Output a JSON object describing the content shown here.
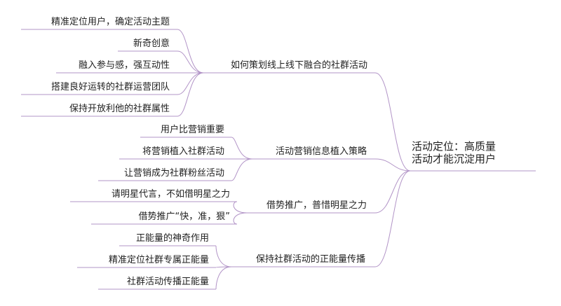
{
  "root": {
    "lines": [
      "活动定位：高质量",
      "活动才能沉淀用户"
    ]
  },
  "branches": [
    {
      "label": "如何策划线上线下融合的社群活动",
      "children": [
        "精准定位用户，确定活动主题",
        "新奇创意",
        "融入参与感，强互动性",
        "搭建良好运转的社群运营团队",
        "保持开放利他的社群属性"
      ]
    },
    {
      "label": "活动营销信息植入策略",
      "children": [
        "用户比营销重要",
        "将营销植入社群活动",
        "让营销成为社群粉丝活动"
      ]
    },
    {
      "label": "借势推广，普惜明星之力",
      "children": [
        "请明星代言，不如借明星之力",
        "借势推广“快，准，狠”"
      ]
    },
    {
      "label": "保持社群活动的正能量传播",
      "children": [
        "正能量的神奇作用",
        "精准定位社群专属正能量",
        "社群活动传播正能量"
      ]
    }
  ],
  "colors": {
    "line": "#b294c7",
    "text": "#1f1f1f"
  }
}
